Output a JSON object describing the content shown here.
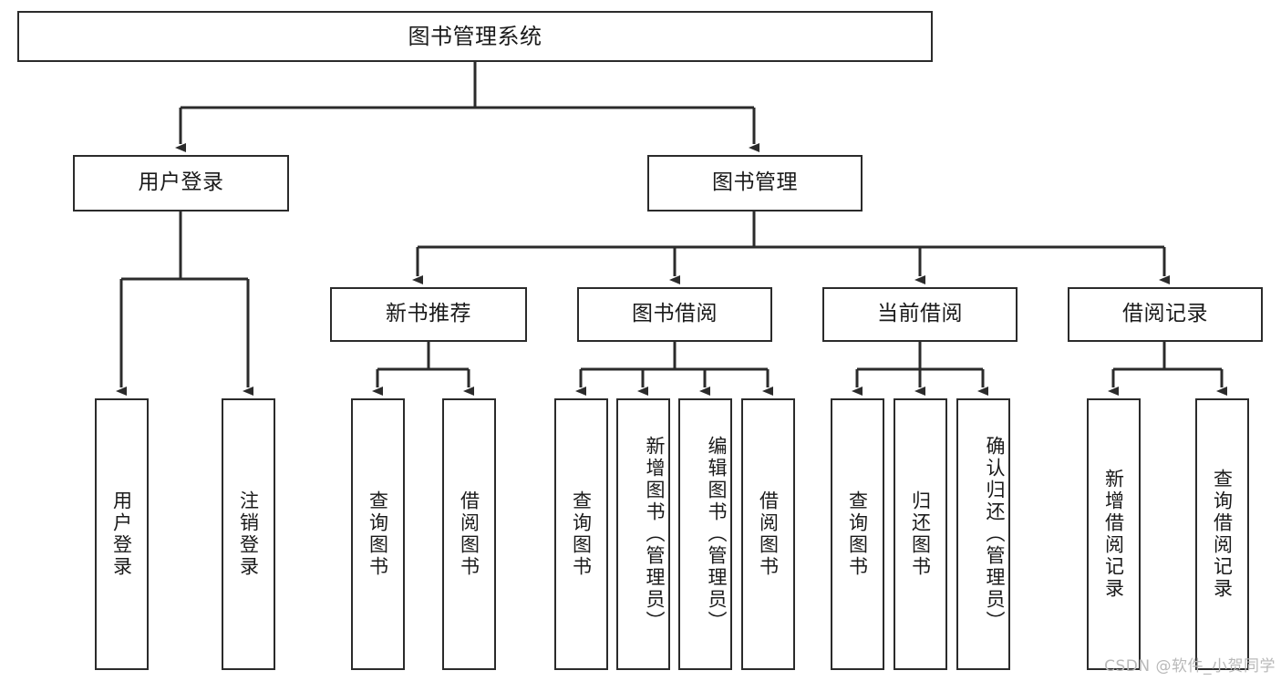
{
  "diagram": {
    "title": "图书管理系统",
    "watermark": "CSDN @软件_小贺同学",
    "stroke_color": "#2b2b2b",
    "fill_color": "#ffffff",
    "text_color": "#1a1a1a",
    "watermark_color": "#b9b9b9",
    "levels": {
      "root": "图书管理系统",
      "level2": [
        "用户登录",
        "图书管理"
      ],
      "level3": [
        "新书推荐",
        "图书借阅",
        "当前借阅",
        "借阅记录"
      ]
    },
    "nodes": {
      "root": "图书管理系统",
      "user_login": "用户登录",
      "book_manage": "图书管理",
      "new_book_rec": "新书推荐",
      "book_borrow": "图书借阅",
      "current_borrow": "当前借阅",
      "borrow_record": "借阅记录",
      "leaf_user_login": "用户登录",
      "leaf_logout": "注销登录",
      "leaf_query_book_1": "查询图书",
      "leaf_borrow_book_1": "借阅图书",
      "leaf_query_book_2": "查询图书",
      "leaf_add_book_admin": "新增图书（管理员）",
      "leaf_edit_book_admin": "编辑图书（管理员）",
      "leaf_borrow_book_2": "借阅图书",
      "leaf_query_book_3": "查询图书",
      "leaf_return_book": "归还图书",
      "leaf_confirm_return_admin": "确认归还（管理员）",
      "leaf_add_record": "新增借阅记录",
      "leaf_query_record": "查询借阅记录"
    },
    "tree": [
      {
        "label": "图书管理系统",
        "children": [
          {
            "label": "用户登录",
            "children": [
              {
                "label": "用户登录",
                "children": []
              },
              {
                "label": "注销登录",
                "children": []
              }
            ]
          },
          {
            "label": "图书管理",
            "children": [
              {
                "label": "新书推荐",
                "children": [
                  {
                    "label": "查询图书",
                    "children": []
                  },
                  {
                    "label": "借阅图书",
                    "children": []
                  }
                ]
              },
              {
                "label": "图书借阅",
                "children": [
                  {
                    "label": "查询图书",
                    "children": []
                  },
                  {
                    "label": "新增图书（管理员）",
                    "children": []
                  },
                  {
                    "label": "编辑图书（管理员）",
                    "children": []
                  },
                  {
                    "label": "借阅图书",
                    "children": []
                  }
                ]
              },
              {
                "label": "当前借阅",
                "children": [
                  {
                    "label": "查询图书",
                    "children": []
                  },
                  {
                    "label": "归还图书",
                    "children": []
                  },
                  {
                    "label": "确认归还（管理员）",
                    "children": []
                  }
                ]
              },
              {
                "label": "借阅记录",
                "children": [
                  {
                    "label": "新增借阅记录",
                    "children": []
                  },
                  {
                    "label": "查询借阅记录",
                    "children": []
                  }
                ]
              }
            ]
          }
        ]
      }
    ]
  }
}
